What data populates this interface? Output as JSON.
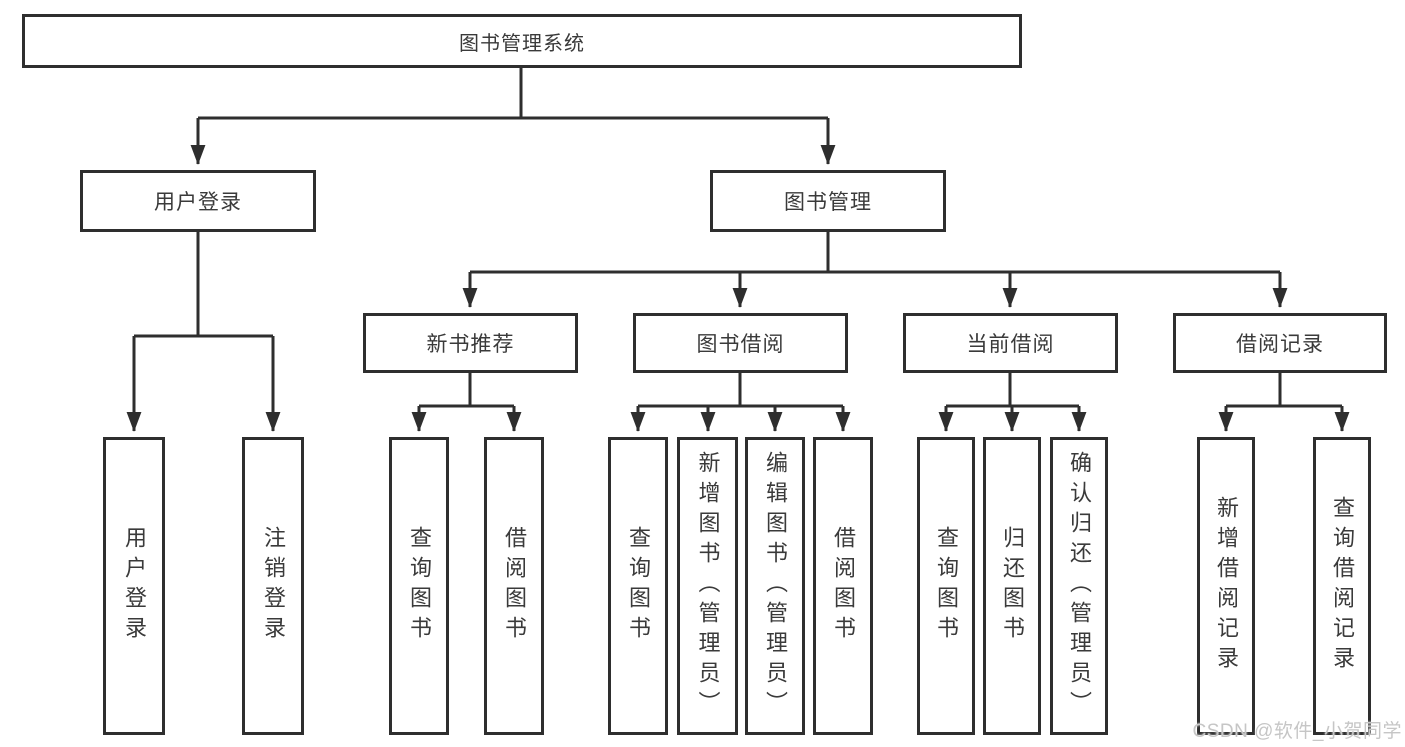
{
  "tree": {
    "root": {
      "label": "图书管理系统"
    },
    "branches": [
      {
        "label": "用户登录",
        "children": [
          {
            "label": "用户登录"
          },
          {
            "label": "注销登录"
          }
        ]
      },
      {
        "label": "图书管理",
        "children": [
          {
            "label": "新书推荐",
            "children": [
              {
                "label": "查询图书"
              },
              {
                "label": "借阅图书"
              }
            ]
          },
          {
            "label": "图书借阅",
            "children": [
              {
                "label": "查询图书"
              },
              {
                "label": "新增图书（管理员）"
              },
              {
                "label": "编辑图书（管理员）"
              },
              {
                "label": "借阅图书"
              }
            ]
          },
          {
            "label": "当前借阅",
            "children": [
              {
                "label": "查询图书"
              },
              {
                "label": "归还图书"
              },
              {
                "label": "确认归还（管理员）"
              }
            ]
          },
          {
            "label": "借阅记录",
            "children": [
              {
                "label": "新增借阅记录"
              },
              {
                "label": "查询借阅记录"
              }
            ]
          }
        ]
      }
    ]
  },
  "watermark": {
    "text": "CSDN @软件_小贺同学"
  },
  "colors": {
    "line": "#2e2e2e",
    "text": "#3a3a3a",
    "watermark": "#c6c6c6",
    "background": "#ffffff"
  }
}
